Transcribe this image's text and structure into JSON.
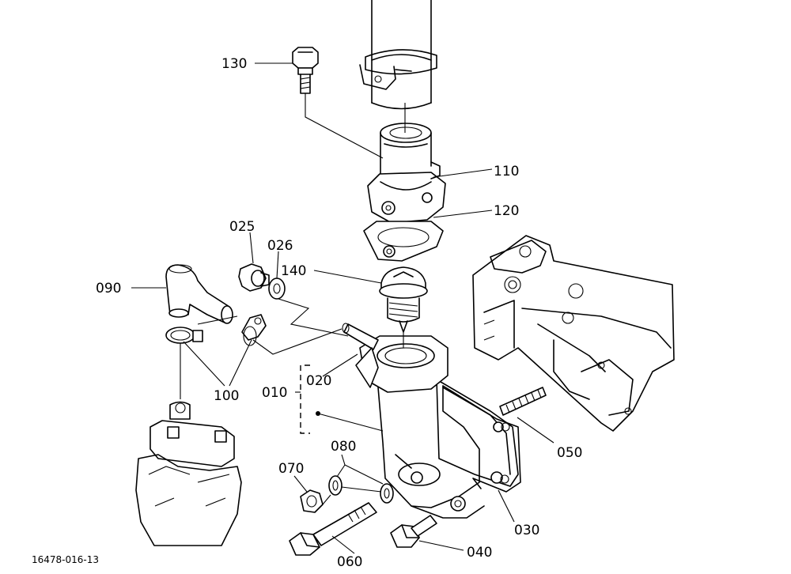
{
  "labels": {
    "p130": "130",
    "p110": "110",
    "p120": "120",
    "p025": "025",
    "p026": "026",
    "p140": "140",
    "p090": "090",
    "p020": "020",
    "p010": "010",
    "p100": "100",
    "p050": "050",
    "p080": "080",
    "p070": "070",
    "p030": "030",
    "p040": "040",
    "p060": "060"
  },
  "drawing_code": "16478-016-13"
}
